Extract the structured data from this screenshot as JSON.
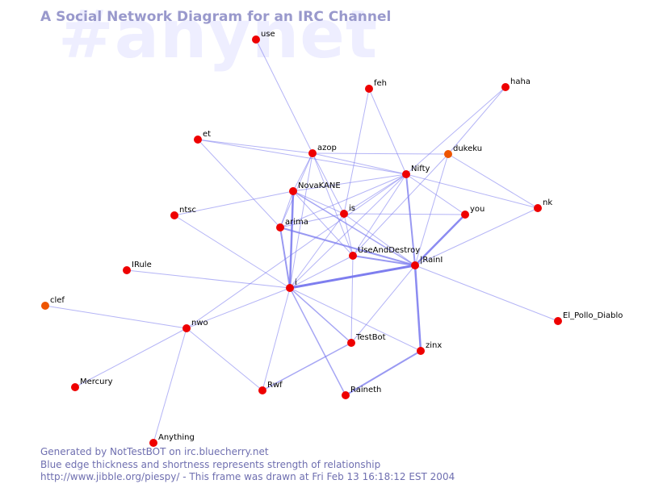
{
  "watermark": "#anynet",
  "title": "A Social Network Diagram for an IRC Channel",
  "footer": {
    "line1": "Generated by NotTestBOT on irc.bluecherry.net",
    "line2": "Blue edge thickness and shortness represents strength of relationship",
    "line3": "http://www.jibble.org/piespy/ - This frame was drawn at Fri Feb 13 16:18:12 EST 2004"
  },
  "colors": {
    "background": "#ffffff",
    "title": "#9999cc",
    "watermark": "#eeeeff",
    "edge": "#7777ee",
    "node": "#ee0000",
    "node_fading": "#ee5500",
    "label": "#000000",
    "footer": "#6f6fb0"
  },
  "nodes": [
    {
      "id": "use",
      "label": "use"
    },
    {
      "id": "feh",
      "label": "feh"
    },
    {
      "id": "haha",
      "label": "haha"
    },
    {
      "id": "et",
      "label": "et"
    },
    {
      "id": "azop",
      "label": "azop"
    },
    {
      "id": "dukeku",
      "label": "dukeku",
      "fading": true
    },
    {
      "id": "Nifty",
      "label": "Nifty"
    },
    {
      "id": "NovaKANE",
      "label": "NovaKANE"
    },
    {
      "id": "nk",
      "label": "nk"
    },
    {
      "id": "ntsc",
      "label": "ntsc"
    },
    {
      "id": "is",
      "label": "is"
    },
    {
      "id": "you",
      "label": "you"
    },
    {
      "id": "arima",
      "label": "arima"
    },
    {
      "id": "UseAndDestroy",
      "label": "UseAndDestroy"
    },
    {
      "id": "IRule",
      "label": "IRule"
    },
    {
      "id": "IRainI",
      "label": "|RainI"
    },
    {
      "id": "i",
      "label": "i"
    },
    {
      "id": "clef",
      "label": "clef",
      "fading": true
    },
    {
      "id": "nwo",
      "label": "nwo"
    },
    {
      "id": "El_Pollo_Diablo",
      "label": "El_Pollo_Diablo"
    },
    {
      "id": "TestBot",
      "label": "TestBot"
    },
    {
      "id": "zinx",
      "label": "zinx"
    },
    {
      "id": "Mercury",
      "label": "Mercury"
    },
    {
      "id": "Rwf",
      "label": "Rwf"
    },
    {
      "id": "Raineth",
      "label": "Raineth"
    },
    {
      "id": "Anything",
      "label": "Anything"
    }
  ],
  "edges": [
    {
      "source": "i",
      "target": "IRainI",
      "weight": 3
    },
    {
      "source": "i",
      "target": "NovaKANE",
      "weight": 2.5
    },
    {
      "source": "i",
      "target": "arima",
      "weight": 2
    },
    {
      "source": "i",
      "target": "is",
      "weight": 1
    },
    {
      "source": "i",
      "target": "UseAndDestroy",
      "weight": 1
    },
    {
      "source": "i",
      "target": "TestBot",
      "weight": 1.5
    },
    {
      "source": "i",
      "target": "Raineth",
      "weight": 1.5
    },
    {
      "source": "i",
      "target": "Rwf",
      "weight": 1
    },
    {
      "source": "i",
      "target": "nwo",
      "weight": 1
    },
    {
      "source": "i",
      "target": "IRule",
      "weight": 1
    },
    {
      "source": "i",
      "target": "zinx",
      "weight": 1
    },
    {
      "source": "i",
      "target": "Nifty",
      "weight": 1
    },
    {
      "source": "i",
      "target": "ntsc",
      "weight": 1
    },
    {
      "source": "i",
      "target": "azop",
      "weight": 1
    },
    {
      "source": "IRainI",
      "target": "zinx",
      "weight": 2.5
    },
    {
      "source": "IRainI",
      "target": "you",
      "weight": 2.5
    },
    {
      "source": "IRainI",
      "target": "Nifty",
      "weight": 2
    },
    {
      "source": "IRainI",
      "target": "arima",
      "weight": 2
    },
    {
      "source": "IRainI",
      "target": "UseAndDestroy",
      "weight": 2
    },
    {
      "source": "IRainI",
      "target": "NovaKANE",
      "weight": 1.5
    },
    {
      "source": "IRainI",
      "target": "TestBot",
      "weight": 1
    },
    {
      "source": "IRainI",
      "target": "El_Pollo_Diablo",
      "weight": 1
    },
    {
      "source": "IRainI",
      "target": "dukeku",
      "weight": 1
    },
    {
      "source": "IRainI",
      "target": "nk",
      "weight": 1
    },
    {
      "source": "IRainI",
      "target": "is",
      "weight": 1
    },
    {
      "source": "zinx",
      "target": "Raineth",
      "weight": 2
    },
    {
      "source": "TestBot",
      "target": "Rwf",
      "weight": 1.5
    },
    {
      "source": "UseAndDestroy",
      "target": "TestBot",
      "weight": 1
    },
    {
      "source": "UseAndDestroy",
      "target": "Nifty",
      "weight": 1
    },
    {
      "source": "UseAndDestroy",
      "target": "NovaKANE",
      "weight": 1
    },
    {
      "source": "UseAndDestroy",
      "target": "azop",
      "weight": 1
    },
    {
      "source": "UseAndDestroy",
      "target": "is",
      "weight": 1
    },
    {
      "source": "Nifty",
      "target": "NovaKANE",
      "weight": 1
    },
    {
      "source": "Nifty",
      "target": "azop",
      "weight": 1
    },
    {
      "source": "Nifty",
      "target": "feh",
      "weight": 1
    },
    {
      "source": "Nifty",
      "target": "haha",
      "weight": 1
    },
    {
      "source": "Nifty",
      "target": "nk",
      "weight": 1
    },
    {
      "source": "Nifty",
      "target": "you",
      "weight": 1
    },
    {
      "source": "Nifty",
      "target": "arima",
      "weight": 1
    },
    {
      "source": "Nifty",
      "target": "is",
      "weight": 1
    },
    {
      "source": "Nifty",
      "target": "et",
      "weight": 1
    },
    {
      "source": "azop",
      "target": "use",
      "weight": 1
    },
    {
      "source": "azop",
      "target": "dukeku",
      "weight": 1
    },
    {
      "source": "azop",
      "target": "NovaKANE",
      "weight": 1
    },
    {
      "source": "azop",
      "target": "arima",
      "weight": 1
    },
    {
      "source": "azop",
      "target": "et",
      "weight": 1
    },
    {
      "source": "azop",
      "target": "is",
      "weight": 1
    },
    {
      "source": "NovaKANE",
      "target": "ntsc",
      "weight": 1
    },
    {
      "source": "NovaKANE",
      "target": "is",
      "weight": 1
    },
    {
      "source": "NovaKANE",
      "target": "arima",
      "weight": 1
    },
    {
      "source": "is",
      "target": "feh",
      "weight": 1
    },
    {
      "source": "is",
      "target": "arima",
      "weight": 1
    },
    {
      "source": "is",
      "target": "you",
      "weight": 1
    },
    {
      "source": "et",
      "target": "arima",
      "weight": 1
    },
    {
      "source": "dukeku",
      "target": "haha",
      "weight": 1
    },
    {
      "source": "dukeku",
      "target": "nk",
      "weight": 1
    },
    {
      "source": "dukeku",
      "target": "UseAndDestroy",
      "weight": 1
    },
    {
      "source": "nwo",
      "target": "clef",
      "weight": 1
    },
    {
      "source": "nwo",
      "target": "Mercury",
      "weight": 1
    },
    {
      "source": "nwo",
      "target": "Anything",
      "weight": 1
    },
    {
      "source": "nwo",
      "target": "Rwf",
      "weight": 1
    },
    {
      "source": "nwo",
      "target": "Nifty",
      "weight": 1
    }
  ]
}
